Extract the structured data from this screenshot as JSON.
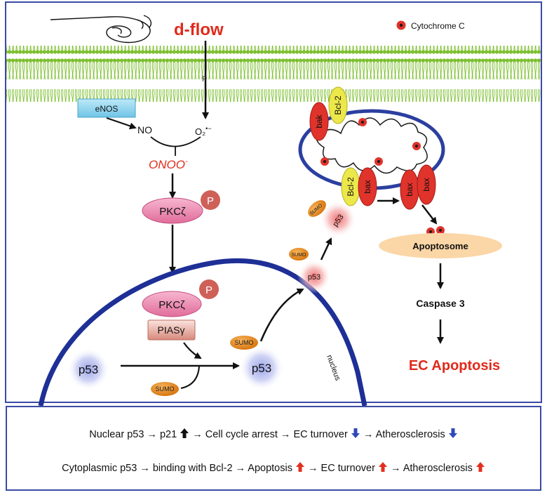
{
  "diagram": {
    "d_flow_label": "d-flow",
    "legend_label": "Cytochrome C",
    "enos_label": "eNOS",
    "no_label": "NO",
    "o2_label": "O₂",
    "o2_sup": "•−",
    "onoo_label": "ONOO",
    "onoo_sup": "-",
    "p_label": "P",
    "pkc_label": "PKCζ",
    "pias_label": "PIASγ",
    "p53_label": "p53",
    "sumo_label": "SUMO",
    "nucleus_label": "nucleus",
    "bcl2_label": "Bcl-2",
    "bak_label": "bak",
    "bax_label": "bax",
    "apoptosome_label": "Apoptosome",
    "caspase_label": "Caspase 3",
    "ec_apoptosis_label": "EC Apoptosis"
  },
  "summary": {
    "line1": {
      "part1": "Nuclear p53 → p21",
      "part2": " → Cell cycle arrest → EC turnover",
      "part3": " → Atherosclerosis"
    },
    "line2": {
      "part1": "Cytoplasmic p53 → binding with Bcl-2 → Apoptosis",
      "part2": " → EC turnover ",
      "part3": " → Atherosclerosis "
    }
  },
  "colors": {
    "border": "#3a4aa6",
    "red_text": "#e02a1a",
    "membrane": "#7cbf2e",
    "nucleus": "#1e2f96",
    "pkc": "#e87fa8",
    "bax": "#e0332b",
    "bcl2": "#ece84a",
    "sumo": "#e98a1e",
    "apoptosome": "#fbd6a6",
    "enos": "#8fd6f0",
    "up_black": "#111111",
    "down_blue": "#2e49b8",
    "up_red": "#e2301f"
  }
}
